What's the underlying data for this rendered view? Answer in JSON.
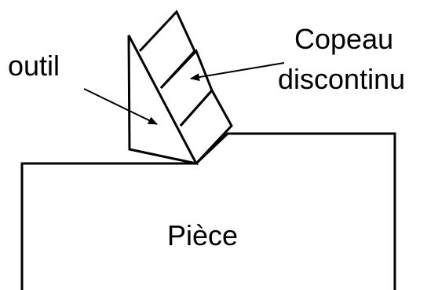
{
  "labels": {
    "tool": "outil",
    "chip_line1": "Copeau",
    "chip_line2": "discontinu",
    "workpiece": "Pièce"
  },
  "colors": {
    "line": "#000000",
    "background": "#ffffff"
  }
}
